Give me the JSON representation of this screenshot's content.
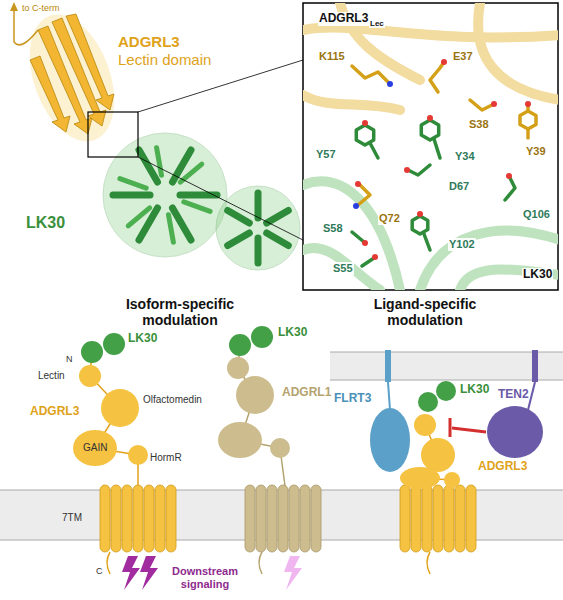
{
  "diagram": {
    "labels": [
      "to C-term",
      "ADGRL3",
      "Lectin domain",
      "LK30",
      "ADGRL3",
      "Lec",
      "K115",
      "E37",
      "S38",
      "Y39",
      "Y57",
      "Y34",
      "D67",
      "Q72",
      "Q106",
      "S58",
      "Y102",
      "S55",
      "LK30",
      "Isoform-specific modulation",
      "LK30",
      "LK30",
      "N",
      "Lectin",
      "Olfactomedin",
      "ADGRL3",
      "ADGRL1",
      "GAIN",
      "HormR",
      "7TM",
      "C",
      "Downstream signaling",
      "Ligand-specific modulation",
      "FLRT3",
      "LK30",
      "TEN2",
      "ADGRL3"
    ]
  }
}
